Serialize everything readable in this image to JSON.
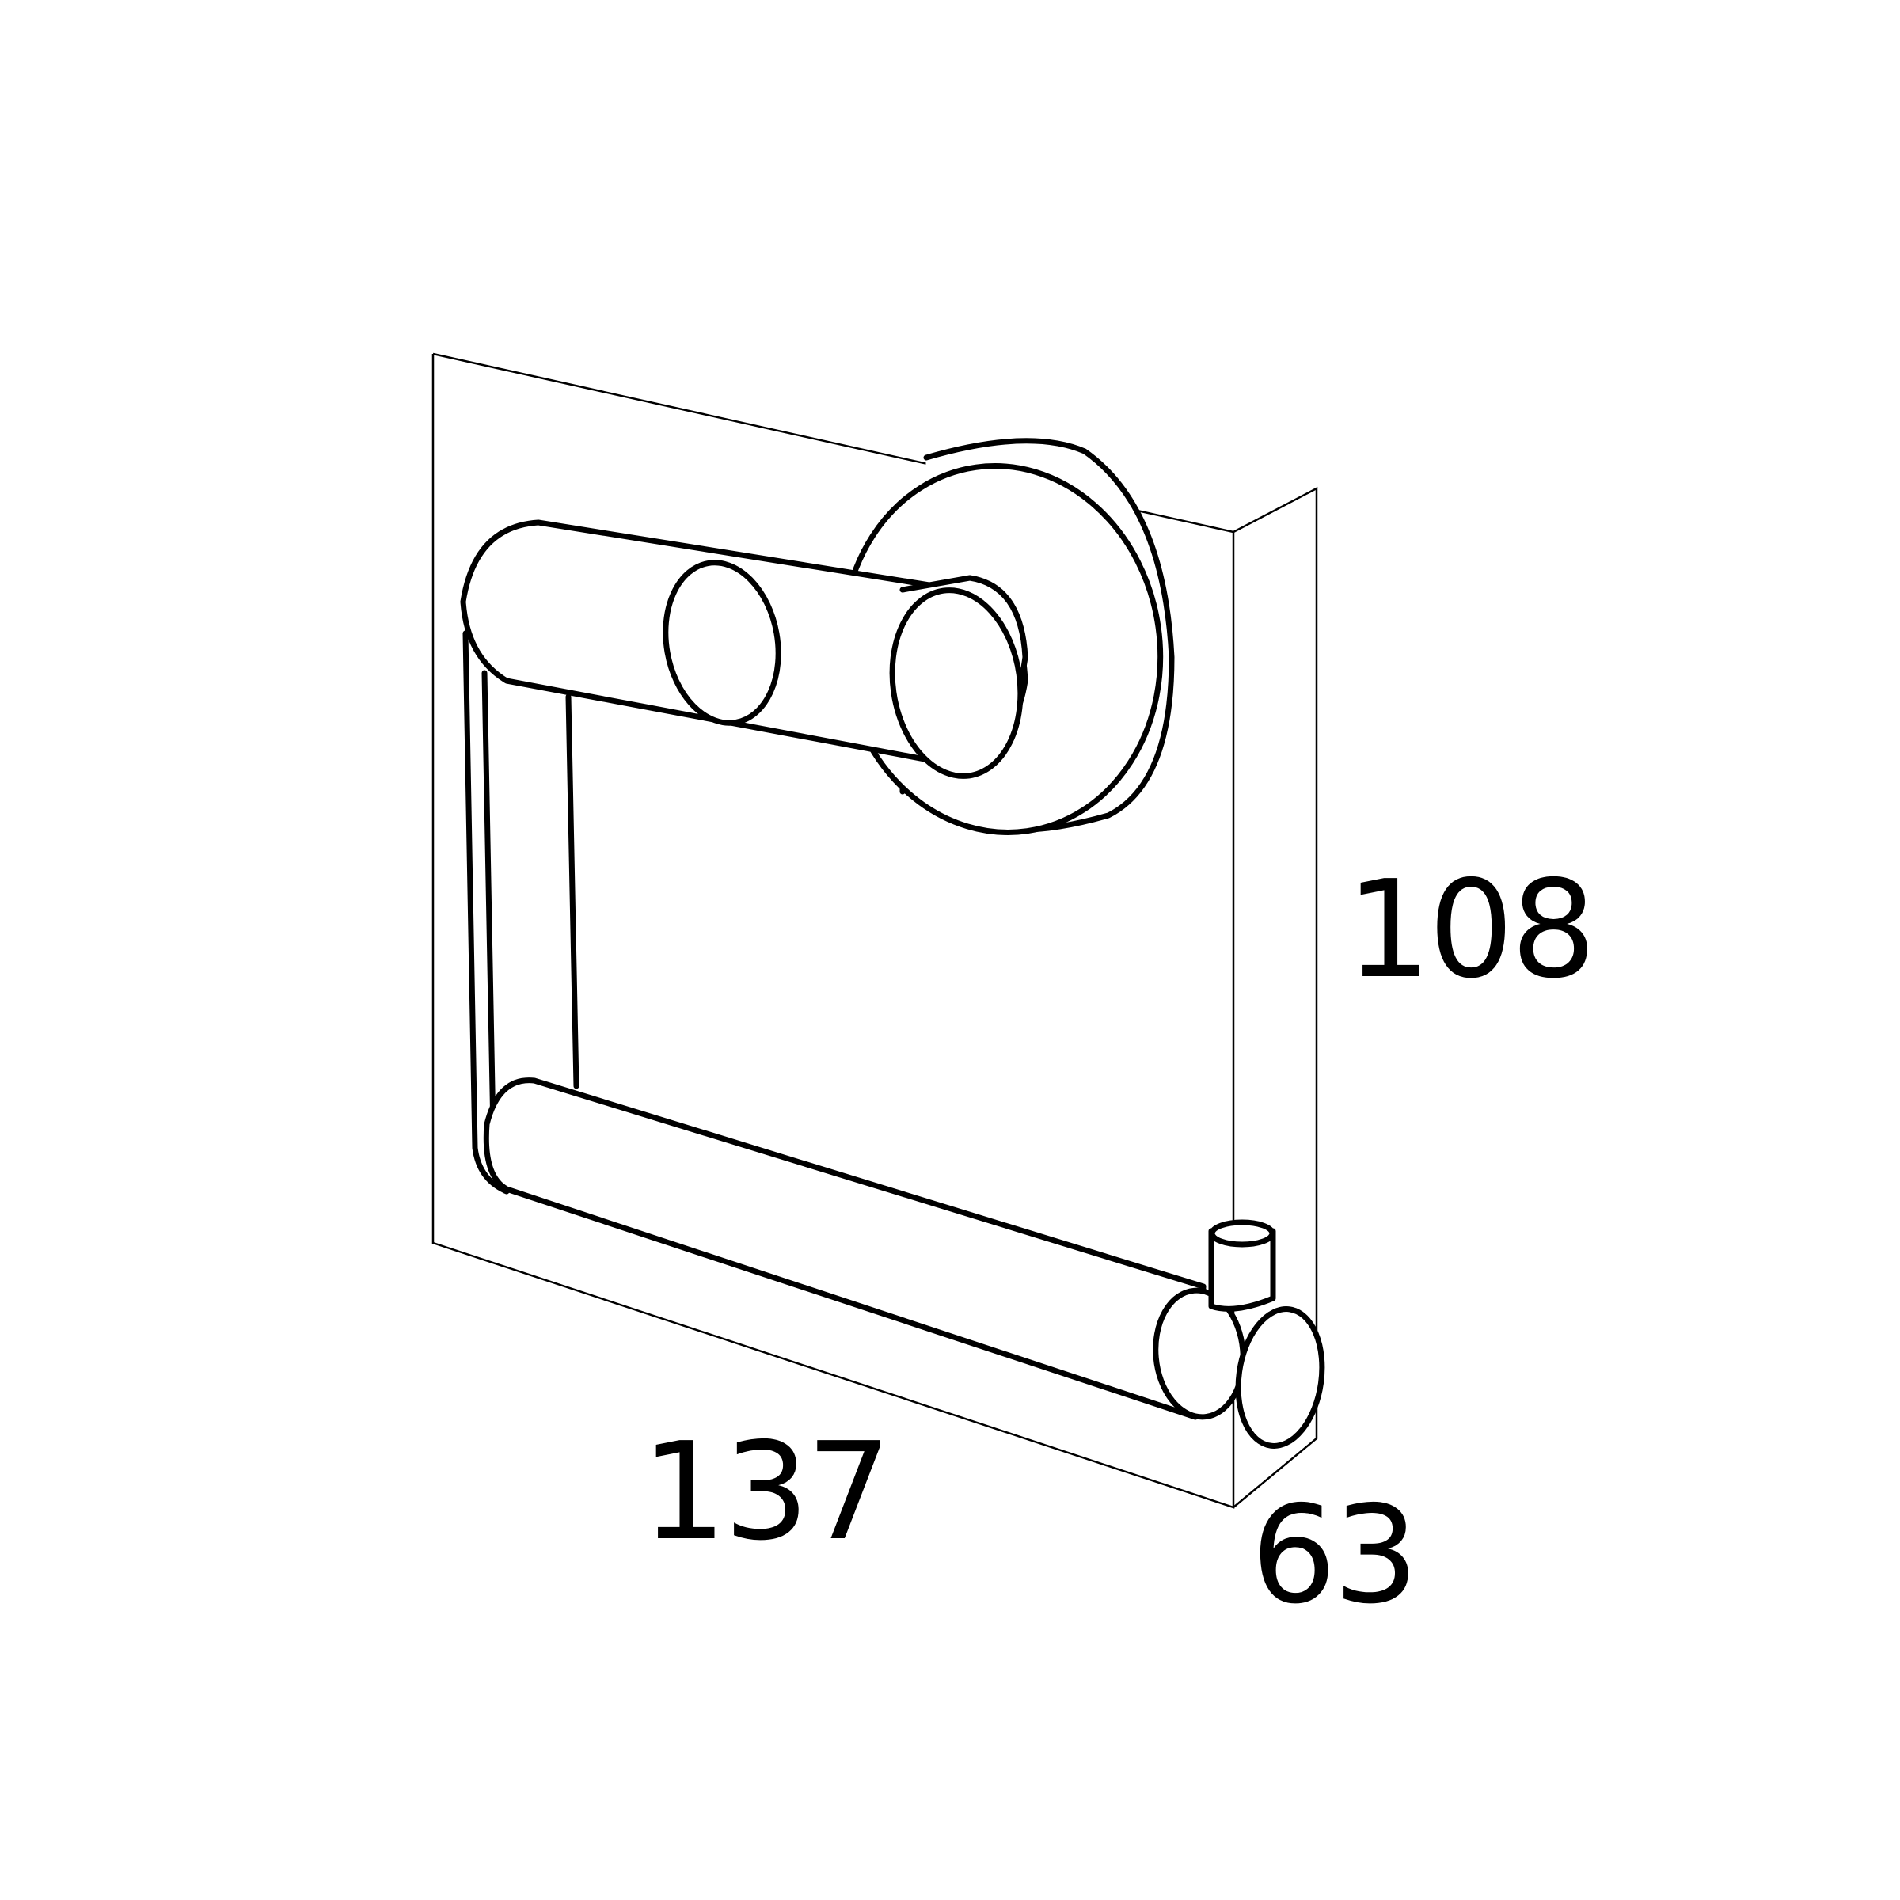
{
  "diagram": {
    "subject": "toilet roll holder, isometric line drawing with bounding box",
    "dimensions": {
      "height": "108",
      "width": "137",
      "depth": "63"
    },
    "colors": {
      "line": "#000000",
      "background": "#ffffff"
    }
  }
}
